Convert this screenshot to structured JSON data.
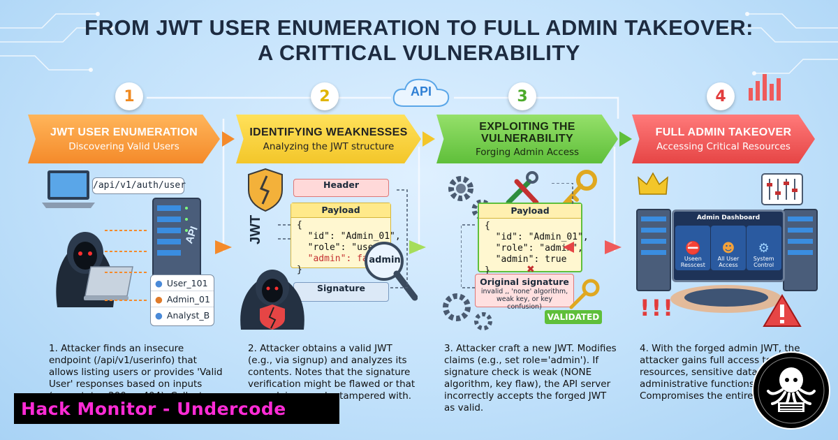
{
  "title_line1": "FROM JWT USER ENUMERATION TO FULL ADMIN TAKEOVER:",
  "title_line2": "A CRITTICAL VULNERABILITY",
  "api_cloud": "API",
  "steps": [
    {
      "number": "1",
      "title": "JWT USER ENUMERATION",
      "subtitle": "Discovering Valid Users",
      "color": "#f6a13a",
      "description": "1. Attacker finds an insecure endpoint (/api/v1/userinfo) that allows listing users or provides 'Valid User' responses based on inputs (e.g., status 200 vs 404). Collects valid usernames."
    },
    {
      "number": "2",
      "title": "IDENTIFYING WEAKNESSES",
      "subtitle": "Analyzing the JWT structure",
      "color": "#f2d33c",
      "description": "2. Attacker obtains a valid JWT (e.g., via signup) and analyzes its contents. Notes that the signature verification might be flawed or that user claims can be tampered with."
    },
    {
      "number": "3",
      "title": "EXPLOITING THE VULNERABILITY",
      "subtitle": "Forging Admin Access",
      "color": "#7ccd52",
      "description": "3. Attacker craft a new JWT. Modifies claims (e.g., set role='admin'). If signature check is weak (NONE algorithm, key flaw), the API server incorrectly accepts the forged JWT as valid."
    },
    {
      "number": "4",
      "title": "FULL ADMIN TAKEOVER",
      "subtitle": "Accessing Critical Resources",
      "color": "#ef5b5b",
      "description": "4. With the forged admin JWT, the attacker gains full access to API resources, sensitive data, administrative functions. Compromises the entire system."
    }
  ],
  "step1": {
    "endpoint": "/api/v1/auth/user",
    "server_label": "API",
    "users": [
      "User_101",
      "Admin_01",
      "Analyst_B"
    ]
  },
  "step2": {
    "jwt_label": "JWT",
    "header": "Header",
    "payload_title": "Payload",
    "payload_lines": [
      "{",
      "  \"id\": \"Admin_01\",",
      "  \"role\": \"user\",",
      "  \"admin\": false",
      "}"
    ],
    "signature": "Signature",
    "magnifier_text": "admin"
  },
  "step3": {
    "payload_title": "Payload",
    "payload_lines": [
      "{",
      "  \"id\": \"Admin_01\",",
      "  \"role\": \"admin\",",
      "  \"admin\": true",
      "}"
    ],
    "signature_title": "Original signature",
    "signature_note": "invalid ,, 'none' algorithm, weak key, or key confusion)",
    "validated": "VALIDATED"
  },
  "step4": {
    "dashboard_title": "Admin Dashboard",
    "tiles": [
      "Useen Resscest",
      "All User Access",
      "System Control"
    ],
    "alert": "!!!"
  },
  "watermark": "Hack Monitor - Undercode",
  "colors": {
    "accent_orange": "#f6a13a",
    "accent_yellow": "#f2d33c",
    "accent_green": "#7ccd52",
    "accent_red": "#ef5b5b",
    "watermark": "#ff2bd6"
  }
}
